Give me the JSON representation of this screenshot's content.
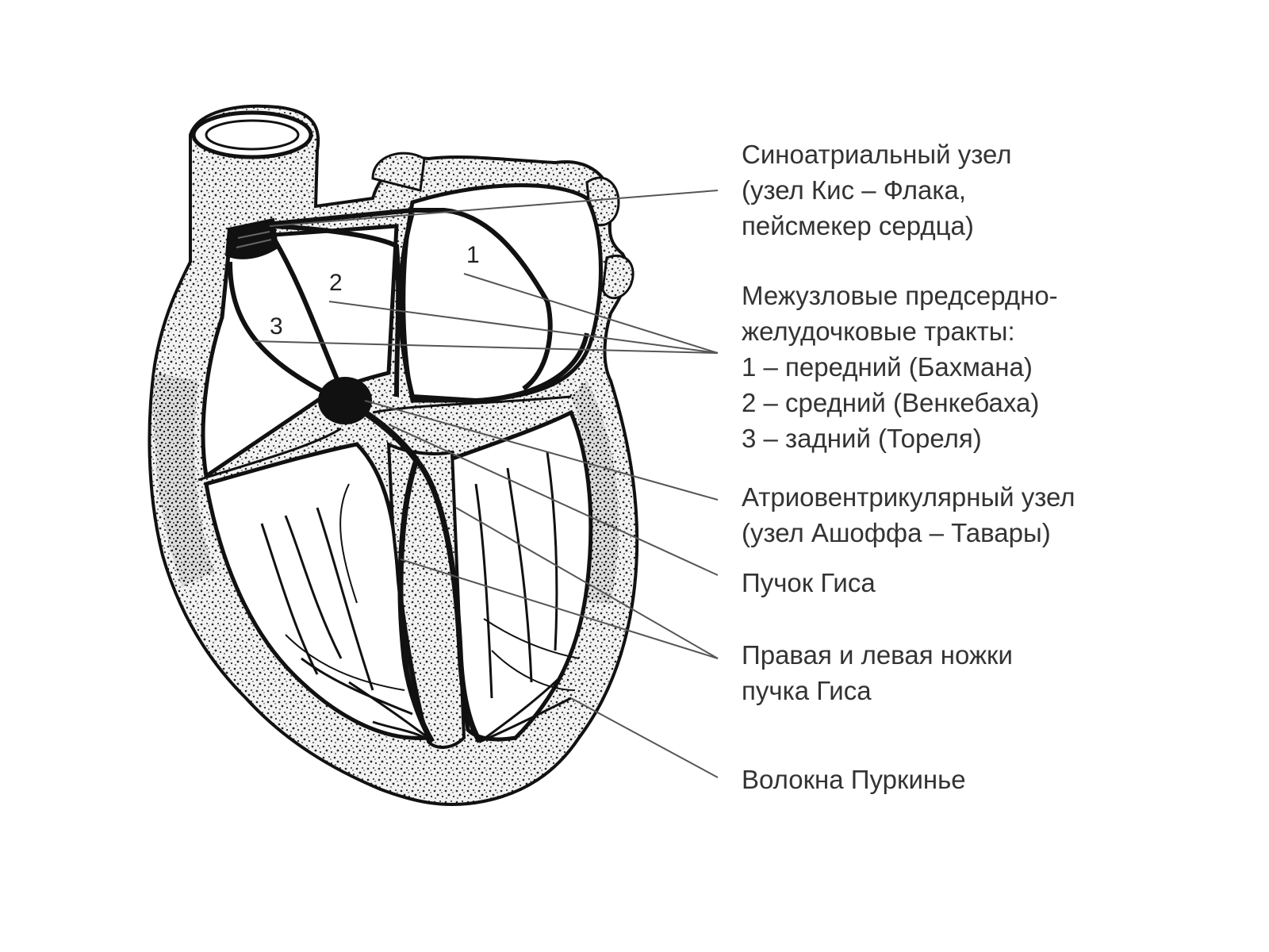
{
  "labels": {
    "sa_node": {
      "line1": "Синоатриальный узел",
      "line2": "(узел Кис – Флака,",
      "line3": "пейсмекер сердца)"
    },
    "internodal": {
      "line1": "Межузловые предсердно-",
      "line2": "желудочковые тракты:",
      "line3": "1 – передний (Бахмана)",
      "line4": "2 – средний (Венкебаха)",
      "line5": "3 – задний (Тореля)"
    },
    "av_node": {
      "line1": "Атриовентрикулярный узел",
      "line2": "(узел Ашоффа – Тавары)"
    },
    "his_bundle": {
      "line1": "Пучок Гиса"
    },
    "bundle_branches": {
      "line1": "Правая и левая ножки",
      "line2": "пучка Гиса"
    },
    "purkinje": {
      "line1": "Волокна Пуркинье"
    }
  },
  "tract_numbers": {
    "anterior": "1",
    "middle": "2",
    "posterior": "3"
  },
  "colors": {
    "ink": "#111111",
    "stipple": "#2a2a2a",
    "text": "#333333",
    "leader": "#555555"
  }
}
